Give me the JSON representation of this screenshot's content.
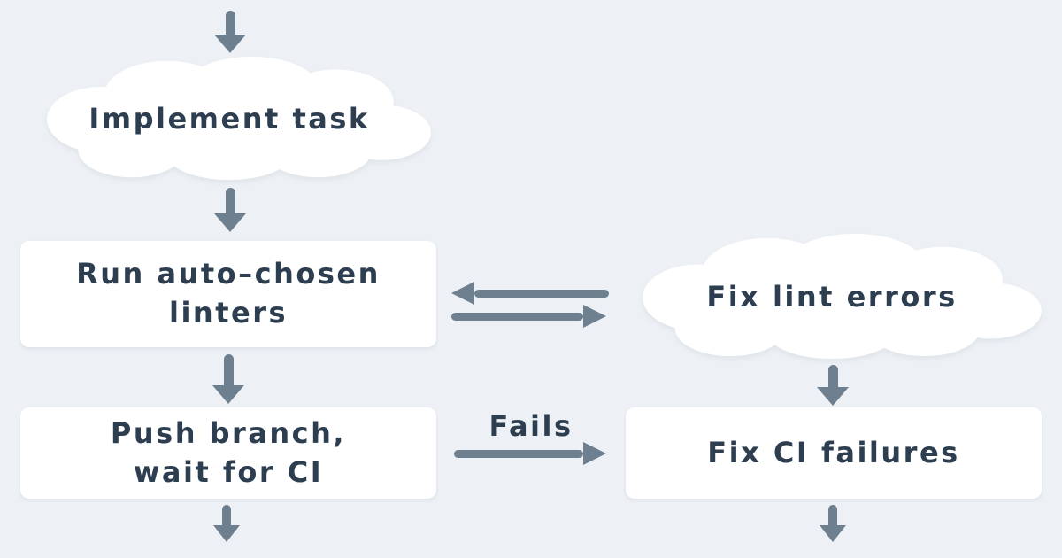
{
  "palette": {
    "background": "#edf1f5",
    "node_fill": "#ffffff",
    "arrow_color": "#6e8090",
    "text_color": "#2d3e50"
  },
  "nodes": {
    "implement_task": {
      "type": "cloud",
      "label": "Implement task"
    },
    "run_linters": {
      "type": "process",
      "line1": "Run auto–chosen",
      "line2": "linters"
    },
    "fix_lint_errors": {
      "type": "cloud",
      "label": "Fix lint errors"
    },
    "push_branch": {
      "type": "process",
      "line1": "Push branch,",
      "line2": "wait for CI"
    },
    "fix_ci_failures": {
      "type": "process",
      "label": "Fix CI failures"
    }
  },
  "edges": {
    "fails_label": "Fails"
  }
}
